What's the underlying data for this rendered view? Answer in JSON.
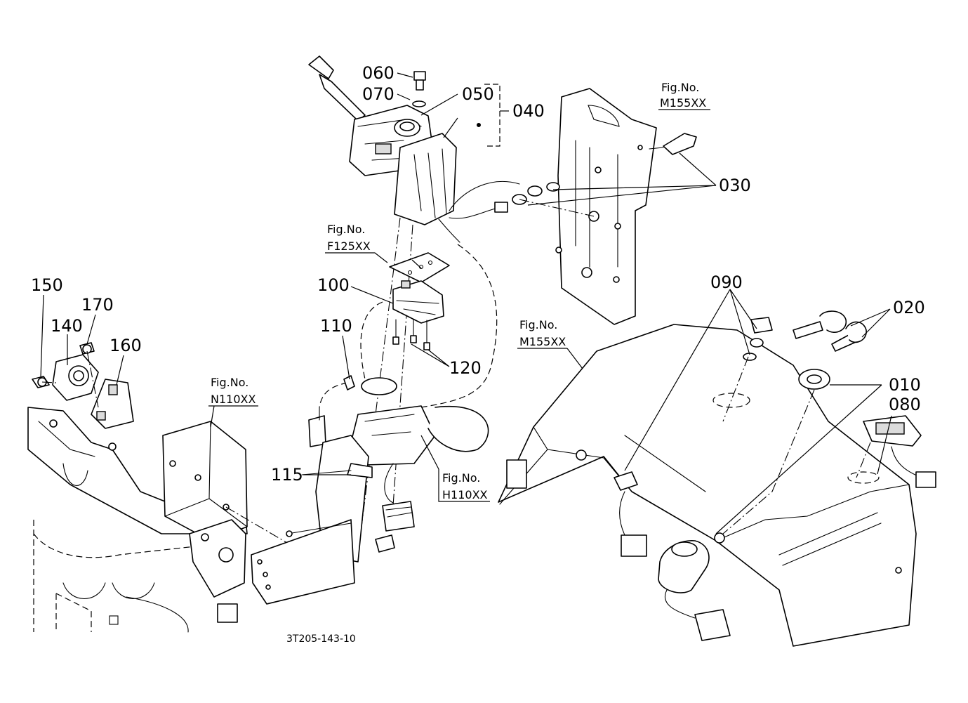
{
  "drawing_code": "3T205-143-10",
  "fig_ref_prefix": "Fig.No.",
  "fig_refs": {
    "m155_top": "M155XX",
    "f125": "F125XX",
    "m155_mid": "M155XX",
    "n110": "N110XX",
    "h110": "H110XX"
  },
  "callouts": {
    "p010": "010",
    "p020": "020",
    "p030": "030",
    "p040": "040",
    "p050": "050",
    "p060": "060",
    "p070": "070",
    "p080": "080",
    "p090": "090",
    "p100": "100",
    "p110": "110",
    "p115": "115",
    "p120": "120",
    "p140": "140",
    "p150": "150",
    "p160": "160",
    "p170": "170"
  }
}
